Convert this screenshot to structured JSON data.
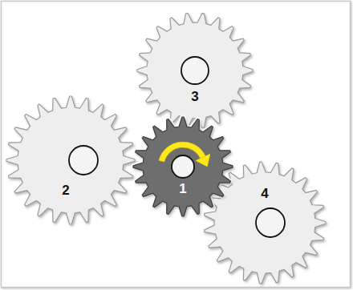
{
  "diagram": {
    "nodes": [
      {
        "text": [
          "3"
        ]
      },
      {
        "text": [
          "2"
        ]
      },
      {
        "text": [
          "1"
        ]
      },
      {
        "text": [
          "4"
        ]
      }
    ]
  }
}
